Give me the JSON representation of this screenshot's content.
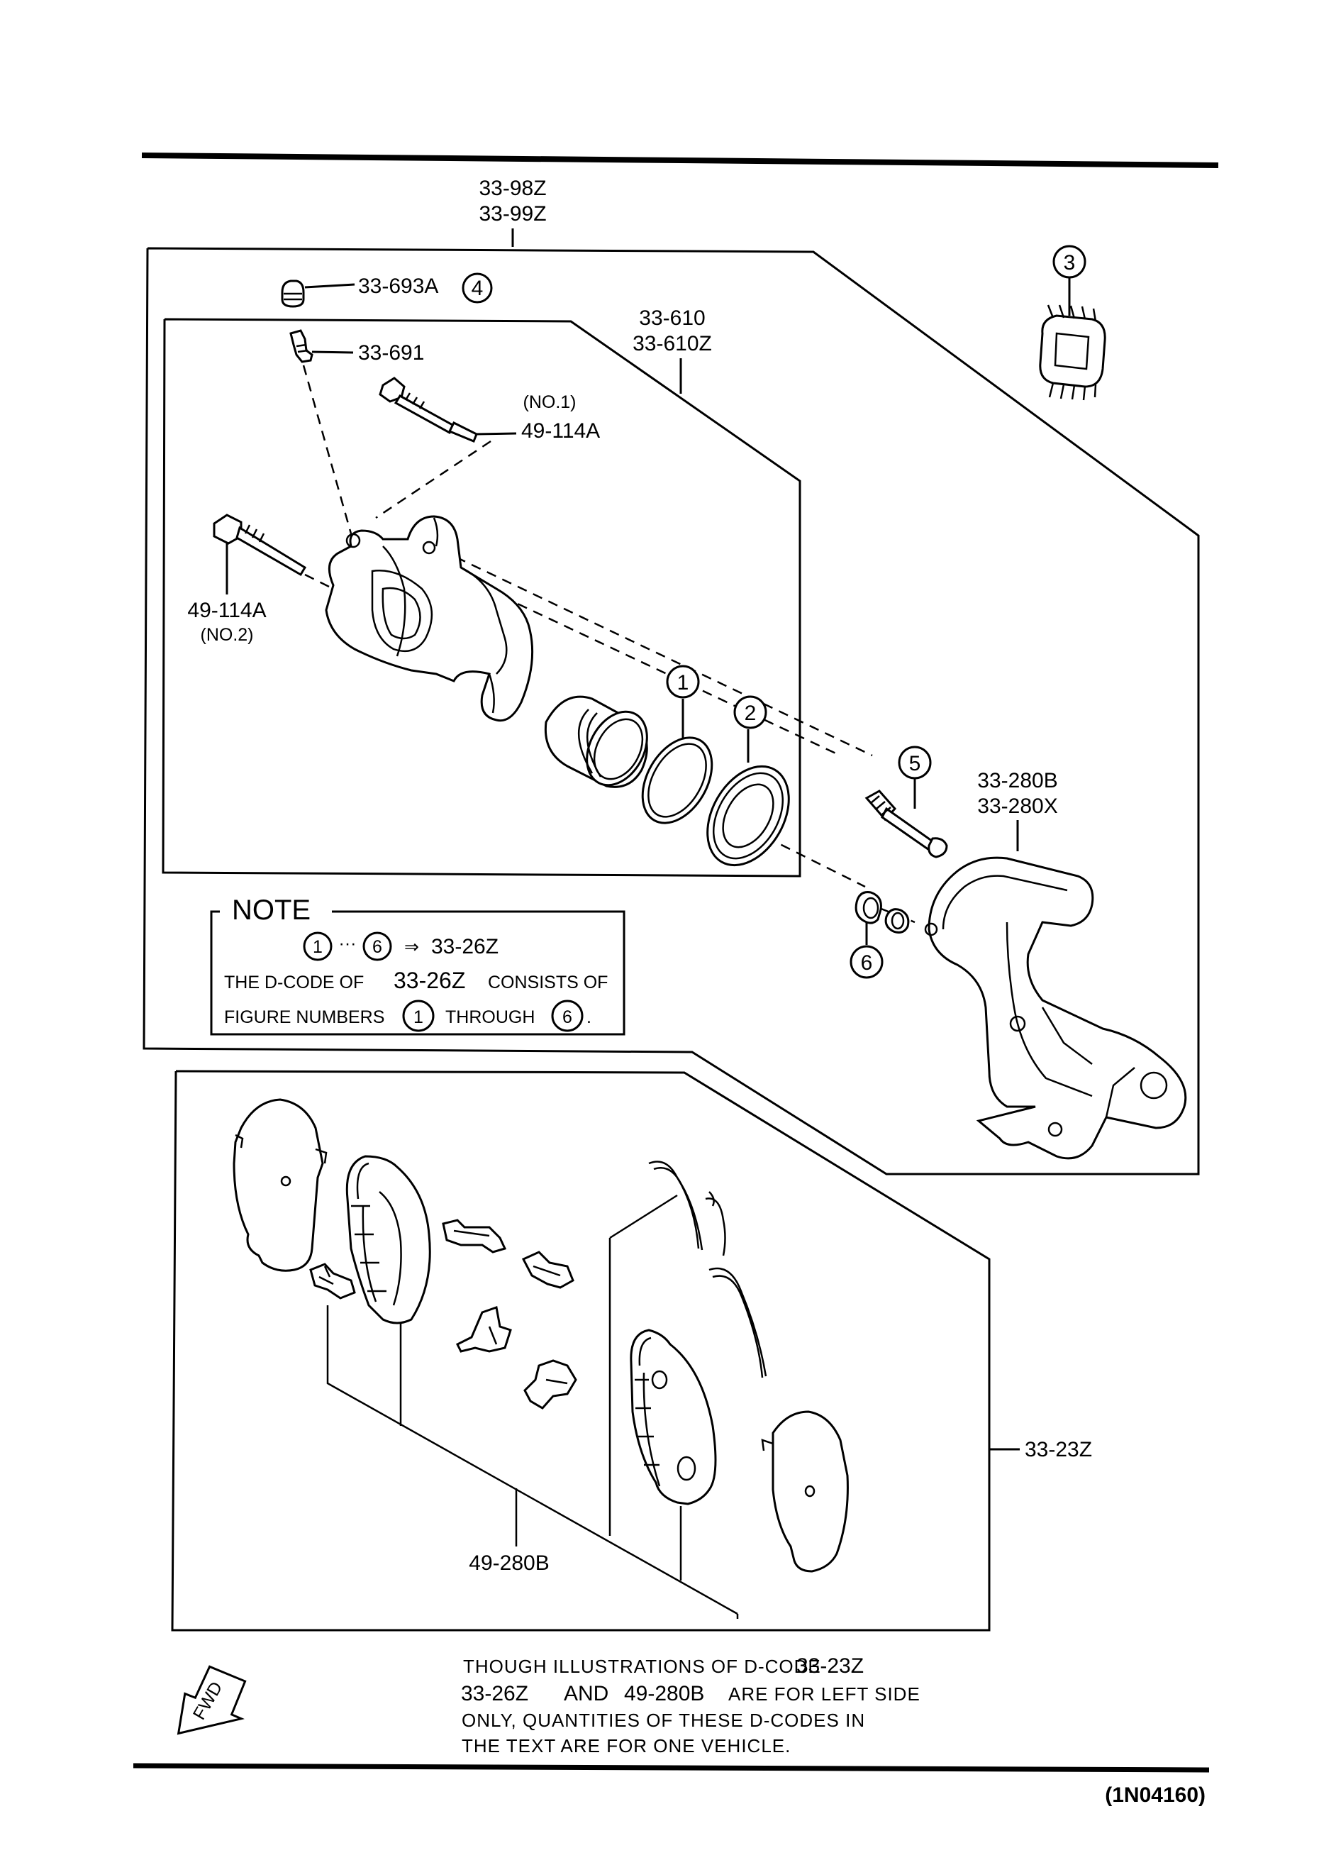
{
  "labels": {
    "assembly_code_1": "33-98Z",
    "assembly_code_2": "33-99Z",
    "caliper_code_1": "33-610",
    "caliper_code_2": "33-610Z",
    "cap": "33-693A",
    "bleeder": "33-691",
    "pin_no1_label": "(NO.1)",
    "pin_no1_code": "49-114A",
    "pin_no2_code": "49-114A",
    "pin_no2_label": "(NO.2)",
    "bracket_code_1": "33-280B",
    "bracket_code_2": "33-280X",
    "pad_kit": "33-23Z",
    "pad_set": "49-280B",
    "fwd": "FWD"
  },
  "figure_numbers": {
    "seal": "1",
    "boot": "2",
    "grease": "3",
    "cap": "4",
    "guide_pin": "5",
    "pin_boot": "6"
  },
  "note": {
    "title": "NOTE",
    "range_from": "1",
    "range_dots": "···",
    "range_to": "6",
    "range_arrow": "⇒",
    "range_code": "33-26Z",
    "line2_a": "THE D-CODE OF",
    "line2_code": "33-26Z",
    "line2_b": "CONSISTS OF",
    "line3_a": "FIGURE NUMBERS",
    "line3_from": "1",
    "line3_mid": "THROUGH",
    "line3_to": "6",
    "line3_end": "."
  },
  "footer_note": {
    "line1_a": "THOUGH  ILLUSTRATIONS  OF  D-CODE",
    "line1_code": "33-23Z",
    "line2_code1": "33-26Z",
    "line2_a": "AND",
    "line2_code2": "49-280B",
    "line2_b": "ARE  FOR  LEFT  SIDE",
    "line3": "ONLY, QUANTITIES  OF  THESE  D-CODES  IN",
    "line4": "THE  TEXT  ARE  FOR  ONE  VEHICLE."
  },
  "reference_code": "(1N04160)"
}
